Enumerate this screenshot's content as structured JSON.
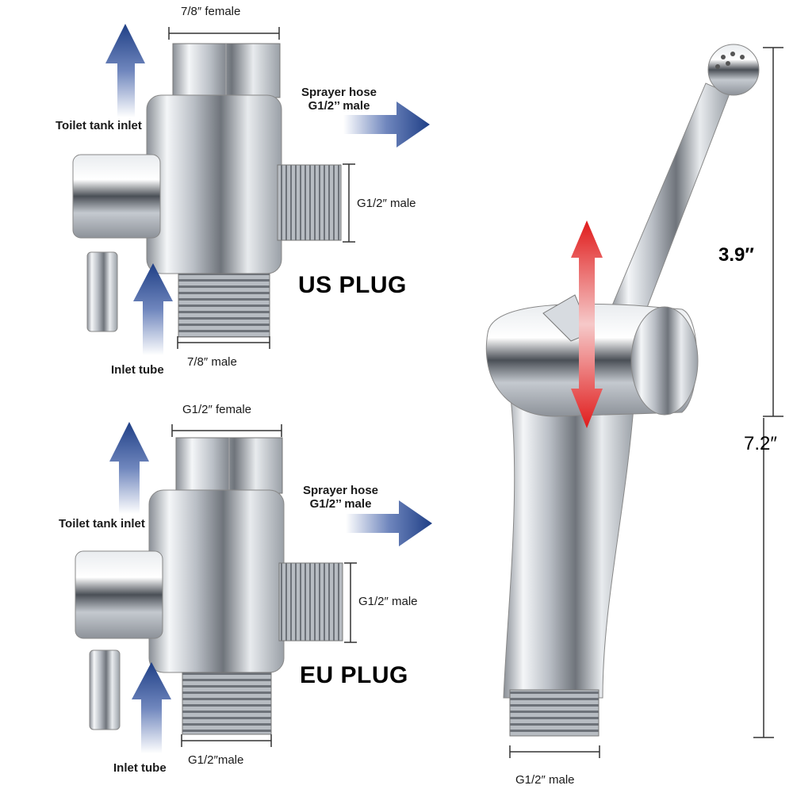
{
  "colors": {
    "arrow_blue": "#1f3f86",
    "arrow_red": "#e01b1b",
    "chrome": "#c9cdd2"
  },
  "us": {
    "top_label": "7/8″ female",
    "toilet_inlet": "Toilet tank inlet",
    "sprayer_line1": "Sprayer hose",
    "sprayer_line2": "G1/2’’ male",
    "side_label": "G1/2″ male",
    "plug": "US PLUG",
    "bottom_label": "7/8″ male",
    "inlet_tube": "Inlet tube"
  },
  "eu": {
    "top_label": "G1/2″ female",
    "toilet_inlet": "Toilet tank inlet",
    "sprayer_line1": "Sprayer hose",
    "sprayer_line2": "G1/2’’ male",
    "side_label": "G1/2″ male",
    "plug": "EU PLUG",
    "bottom_label": "G1/2″male",
    "inlet_tube": "Inlet tube"
  },
  "sprayer": {
    "dim_short": "3.9″",
    "dim_long": "7.2″",
    "bottom_label": "G1/2″ male"
  }
}
